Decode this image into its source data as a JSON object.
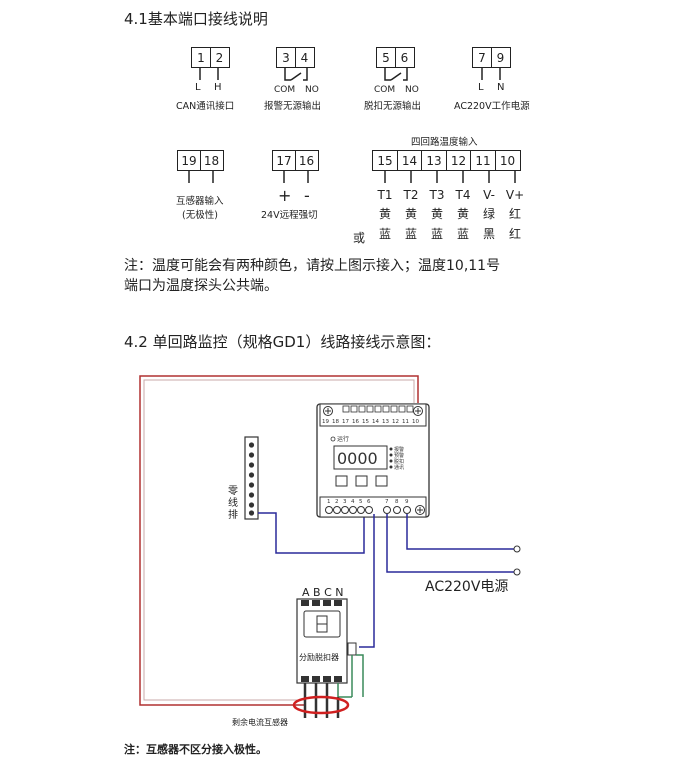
{
  "section1": {
    "heading": "4.1基本端口接线说明"
  },
  "groups": {
    "can": {
      "terms": [
        "1",
        "2"
      ],
      "pins": [
        "L",
        "H"
      ],
      "caption": "CAN通讯接口"
    },
    "alarm": {
      "terms": [
        "3",
        "4"
      ],
      "pins": [
        "COM",
        "NO"
      ],
      "caption": "报警无源输出"
    },
    "trip": {
      "terms": [
        "5",
        "6"
      ],
      "pins": [
        "COM",
        "NO"
      ],
      "caption": "脱扣无源输出"
    },
    "power": {
      "terms": [
        "7",
        "9"
      ],
      "pins": [
        "L",
        "N"
      ],
      "caption": "AC220V工作电源"
    },
    "ct": {
      "terms": [
        "19",
        "18"
      ],
      "caption_line1": "互感器输入",
      "caption_line2": "(无极性)"
    },
    "remote": {
      "terms": [
        "17",
        "16"
      ],
      "pins": [
        "+",
        "-"
      ],
      "caption": "24V远程强切"
    },
    "temp": {
      "title": "四回路温度输入",
      "terms": [
        "15",
        "14",
        "13",
        "12",
        "11",
        "10"
      ],
      "row1": [
        "T1",
        "T2",
        "T3",
        "T4",
        "V-",
        "V+"
      ],
      "row2": [
        "黄",
        "黄",
        "黄",
        "黄",
        "绿",
        "红"
      ],
      "row3": [
        "蓝",
        "蓝",
        "蓝",
        "蓝",
        "黑",
        "红"
      ],
      "or_label": "或"
    }
  },
  "note1": {
    "line1": "注：温度可能会有两种颜色，请按上图示接入；温度10,11号",
    "line2": "端口为温度探头公共端。"
  },
  "section2": {
    "heading": "4.2 单回路监控（规格GD1）线路接线示意图："
  },
  "diagram": {
    "neutral_bar_label": "零线排",
    "top_terminals": [
      "19",
      "18",
      "17",
      "16",
      "15",
      "14",
      "13",
      "12",
      "11",
      "10"
    ],
    "status_label": "运行",
    "indicators": [
      "报警",
      "预警",
      "脱扣",
      "通讯"
    ],
    "display_value": "0000",
    "bottom_terminals": [
      "1",
      "2",
      "3",
      "4",
      "5",
      "6",
      "7",
      "8",
      "9"
    ],
    "breaker_phases": "A B C N",
    "breaker_label": "分励脱扣器",
    "power_label": "AC220V电源",
    "ct_label": "剩余电流互感器"
  },
  "note2": {
    "text": "注：互感器不区分接入极性。"
  },
  "colors": {
    "red_wire": "#b03030",
    "blue_wire": "#2a2a9a",
    "green_wire": "#3a8a5a",
    "ct_ring": "#d02020"
  }
}
